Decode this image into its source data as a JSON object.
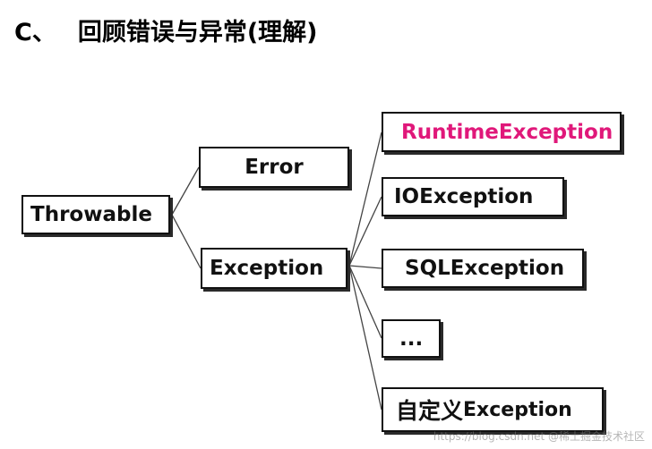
{
  "title": {
    "prefix": "C、",
    "text": "回顾错误与异常(理解)"
  },
  "nodes": {
    "throwable": "Throwable",
    "error": "Error",
    "exception": "Exception",
    "runtime_exception": "RuntimeException",
    "io_exception": "IOException",
    "sql_exception": "SQLException",
    "ellipsis": "...",
    "custom_exception_cn": "自定义",
    "custom_exception_en": "Exception"
  },
  "colors": {
    "runtime_highlight": "#e0187a",
    "border": "#111111",
    "connector": "#444444"
  },
  "watermark": "https://blog.csdn.net @稀土掘金技术社区"
}
